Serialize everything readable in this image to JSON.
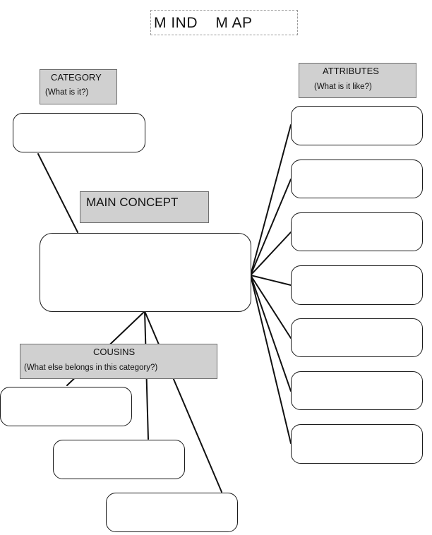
{
  "title": "M IND    M AP",
  "main_concept": {
    "label": "MAIN CONCEPT"
  },
  "category": {
    "label": "CATEGORY",
    "prompt": "(What is it?)"
  },
  "attributes": {
    "label": "ATTRIBUTES",
    "prompt": "(What is it like?)"
  },
  "cousins": {
    "label": "COUSINS",
    "prompt": "(What else belongs in this category?)"
  }
}
